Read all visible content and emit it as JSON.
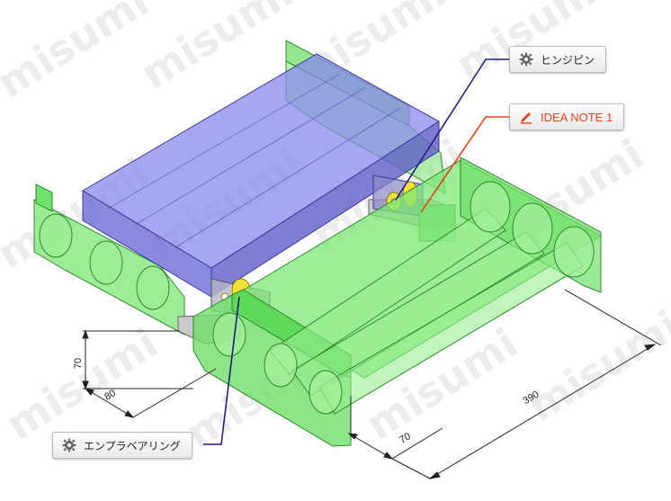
{
  "watermark": "misumi",
  "callouts": {
    "hinge_pin": {
      "label": "ヒンジピン",
      "icon": "gear-icon"
    },
    "idea_note": {
      "label": "IDEA NOTE 1",
      "icon": "pencil-icon"
    },
    "bearing": {
      "label": "エンプラベアリング",
      "icon": "gear-icon"
    }
  },
  "dimensions": {
    "height_left": "70",
    "depth_left": "80",
    "gap_bottom": "70",
    "length_bottom": "390"
  },
  "colors": {
    "blue_body": "#7a78e6",
    "green_body": "#6fe06a",
    "hinge": "#f1e23a",
    "note_accent": "#e8401a",
    "leader_line": "#1f1f7a"
  }
}
